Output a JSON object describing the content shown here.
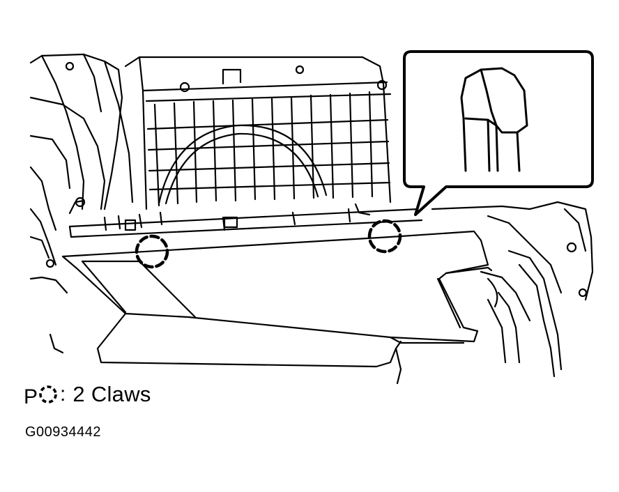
{
  "legend": {
    "marker": "P",
    "separator": ":",
    "label": "2 Claws"
  },
  "figure_id": "G00934442",
  "callout": {
    "depicts": "claw-detail"
  },
  "colors": {
    "line": "#000000",
    "background": "#ffffff"
  }
}
